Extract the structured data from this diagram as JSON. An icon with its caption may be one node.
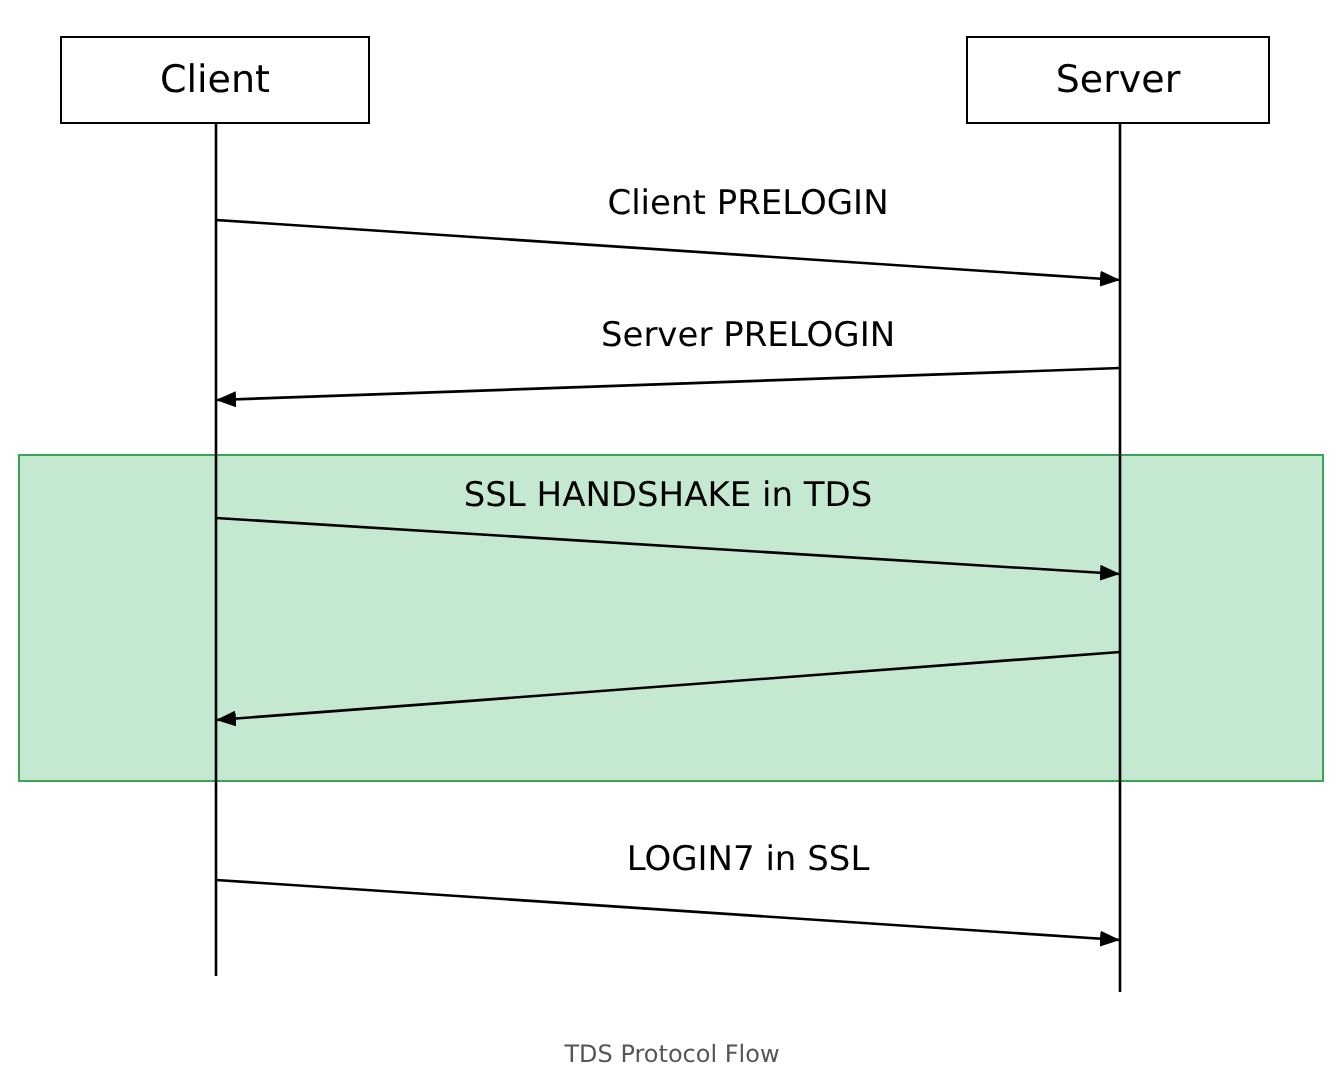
{
  "diagram": {
    "caption": "TDS Protocol Flow",
    "nodes": [
      {
        "text": [
          "Client"
        ]
      },
      {
        "text": [
          "Server"
        ]
      }
    ],
    "edges": [
      {
        "from": 0,
        "to": 1,
        "arrow": "to",
        "label": "Client PRELOGIN"
      },
      {
        "from": 1,
        "to": 0,
        "arrow": "to",
        "label": "Server PRELOGIN"
      },
      {
        "from": 0,
        "to": 1,
        "arrow": "to",
        "label": "SSL HANDSHAKE in TDS"
      },
      {
        "from": 1,
        "to": 0,
        "arrow": "to"
      },
      {
        "from": 0,
        "to": 1,
        "arrow": "to",
        "label": "LOGIN7 in SSL"
      }
    ]
  }
}
